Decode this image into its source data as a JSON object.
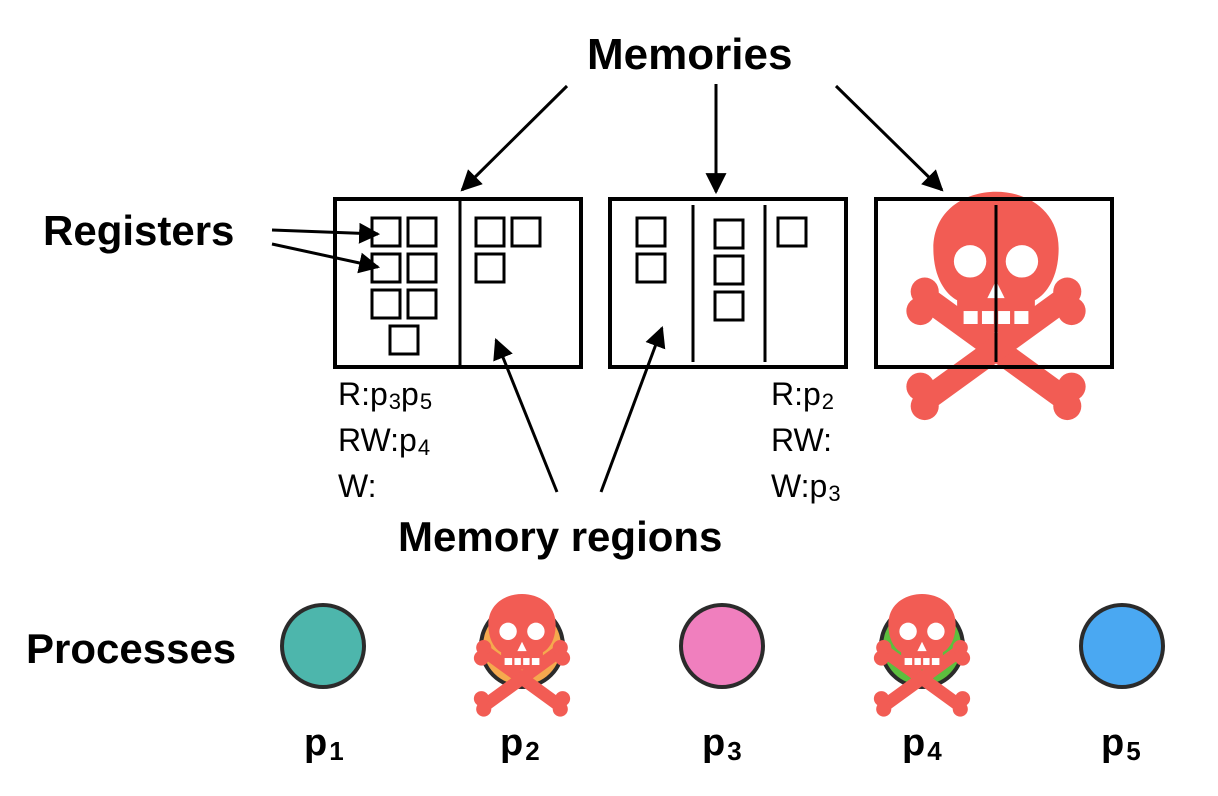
{
  "labels": {
    "memories": "Memories",
    "registers": "Registers",
    "memory_regions": "Memory regions",
    "processes": "Processes"
  },
  "memory1_acl": {
    "r_prefix": "R:",
    "r_p1": "p",
    "r_p1_sub": "3",
    "r_p2": "p",
    "r_p2_sub": "5",
    "rw_prefix": "RW:",
    "rw_p": "p",
    "rw_p_sub": "4",
    "w_prefix": "W:"
  },
  "memory2_acl": {
    "r_prefix": "R:",
    "r_p": "p",
    "r_p_sub": "2",
    "rw_prefix": "RW:",
    "w_prefix": "W:",
    "w_p": "p",
    "w_p_sub": "3"
  },
  "processes": [
    {
      "name": "p",
      "sub": "1",
      "color": "#4db6ac",
      "crashed": false
    },
    {
      "name": "p",
      "sub": "2",
      "color": "#f5a94e",
      "crashed": true
    },
    {
      "name": "p",
      "sub": "3",
      "color": "#f07fbe",
      "crashed": false
    },
    {
      "name": "p",
      "sub": "4",
      "color": "#5cbf3e",
      "crashed": true
    },
    {
      "name": "p",
      "sub": "5",
      "color": "#4aa8f2",
      "crashed": false
    }
  ],
  "colors": {
    "crash": "#f25c54",
    "outline": "#000000",
    "process_outline": "#2b2b2b"
  },
  "icons": {
    "crash": "skull-crossbones-icon"
  }
}
